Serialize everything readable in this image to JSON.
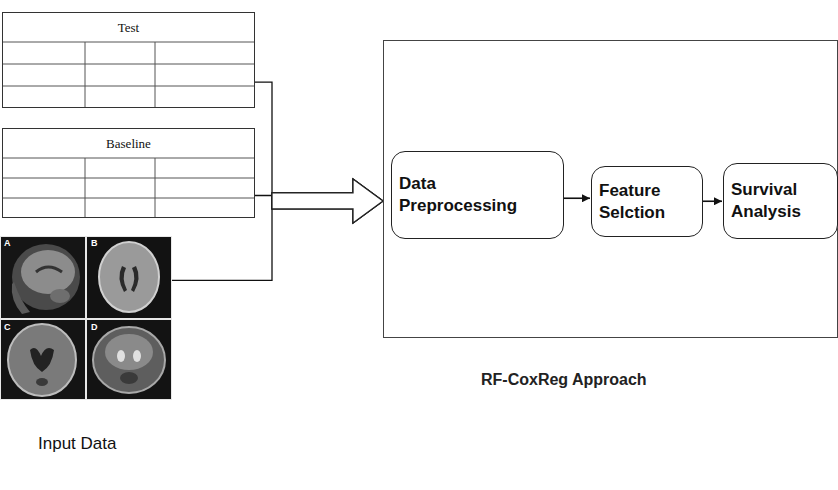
{
  "diagram": {
    "nodes": [
      {
        "text": [
          "Test"
        ]
      },
      {
        "text": [
          "Baseline"
        ]
      },
      {
        "text": [
          "A",
          "B",
          "C",
          "D"
        ]
      },
      {
        "text": [
          "RF-CoxReg Approach"
        ]
      },
      {
        "text": [
          "Data Preprocessing"
        ],
        "in": 3
      },
      {
        "text": [
          "Feature Selction"
        ],
        "in": 3
      },
      {
        "text": [
          "Survival Analysis"
        ],
        "in": 3
      }
    ],
    "edges": [
      {
        "from": 0,
        "to": 3,
        "arrow": "to"
      },
      {
        "from": 1,
        "to": 3,
        "arrow": "to"
      },
      {
        "from": 2,
        "to": 3,
        "arrow": "to"
      },
      {
        "from": 4,
        "to": 5,
        "arrow": "to"
      },
      {
        "from": 5,
        "to": 6,
        "arrow": "to"
      }
    ],
    "labels": [
      "Input Data"
    ]
  }
}
